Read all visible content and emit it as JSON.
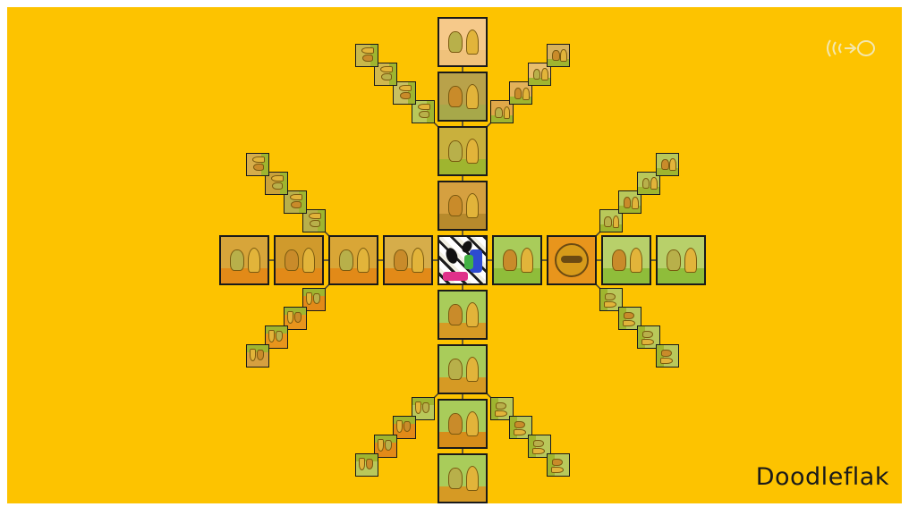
{
  "app": {
    "logo_text": "Doodleflak"
  },
  "colors": {
    "background": "#FDC300",
    "tile_border": "#1a1a1a",
    "connector": "#3a3a3a",
    "tile_orange": "#E8951C",
    "tile_green": "#A9CC5A",
    "tile_peach": "#F6C98A"
  },
  "icons": {
    "sound": "sound-waves-icon",
    "center": "doodle-start-icon"
  },
  "board": {
    "center_tile": "start",
    "arms": [
      {
        "name": "north",
        "tiles": 4,
        "size": "large"
      },
      {
        "name": "south",
        "tiles": 4,
        "size": "large"
      },
      {
        "name": "west",
        "tiles": 4,
        "size": "large"
      },
      {
        "name": "east",
        "tiles": 4,
        "size": "large"
      },
      {
        "name": "north-west",
        "tiles": 4,
        "size": "small"
      },
      {
        "name": "north-east",
        "tiles": 4,
        "size": "small"
      },
      {
        "name": "south-west",
        "tiles": 4,
        "size": "small"
      },
      {
        "name": "south-east",
        "tiles": 4,
        "size": "small"
      },
      {
        "name": "west-north-west",
        "tiles": 4,
        "size": "small"
      },
      {
        "name": "east-north-east",
        "tiles": 4,
        "size": "small"
      },
      {
        "name": "west-south-west",
        "tiles": 4,
        "size": "small"
      },
      {
        "name": "east-south-east",
        "tiles": 4,
        "size": "small"
      }
    ]
  }
}
